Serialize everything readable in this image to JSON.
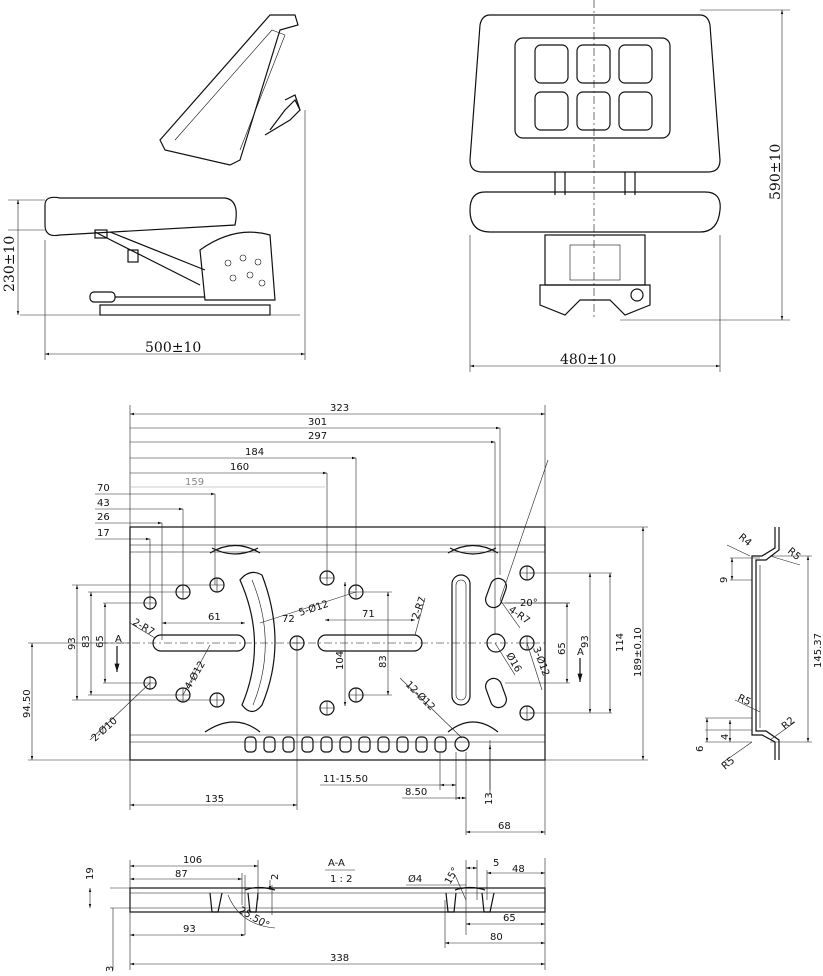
{
  "side_view": {
    "height_dim": "230±10",
    "length_dim": "500±10"
  },
  "front_view": {
    "height_dim": "590±10",
    "width_dim": "480±10"
  },
  "plate_top": {
    "d323": "323",
    "d301": "301",
    "d297": "297",
    "d184": "184",
    "d160": "160",
    "d159": "159",
    "d70": "70",
    "d43": "43",
    "d26": "26",
    "d17": "17",
    "l93": "93",
    "l83": "83",
    "l65": "65",
    "l94_50": "94.50",
    "r7_left": "2-R7",
    "d61": "61",
    "d72": "72",
    "hole12_4": "4-Ø12",
    "hole10_2": "2-Ø10",
    "hole12_5": "5-Ø12",
    "d71": "71",
    "r7_mid": "2-R7",
    "d104": "104",
    "m83": "83",
    "hole12_12": "12-Ø12",
    "hole16": "Ø16",
    "hole12_3": "3-Ø12",
    "r7_4": "4-R7",
    "angle20": "20°",
    "r65": "65",
    "r93": "93",
    "r114": "114",
    "r189": "189±0.10",
    "section_left": "A",
    "section_right": "A",
    "d135": "135",
    "d11_15": "11-15.50",
    "d8_50": "8.50",
    "d13": "13",
    "d68": "68"
  },
  "profile": {
    "r4": "R4",
    "r5_top": "R5",
    "d9": "9",
    "d145": "145.37",
    "r5_mid": "R5",
    "r2": "R2",
    "d6": "6",
    "d4": "4",
    "r5_bot": "R5"
  },
  "section": {
    "title": "A-A",
    "scale": "1 : 2",
    "d19": "19",
    "d3": "3",
    "d106": "106",
    "d87": "87",
    "d2": "2",
    "angle25": "25.50°",
    "d93": "93",
    "d338": "338",
    "dia4": "Ø4",
    "angle15": "15°",
    "d5": "5",
    "d48": "48",
    "d65": "65",
    "d80": "80"
  }
}
